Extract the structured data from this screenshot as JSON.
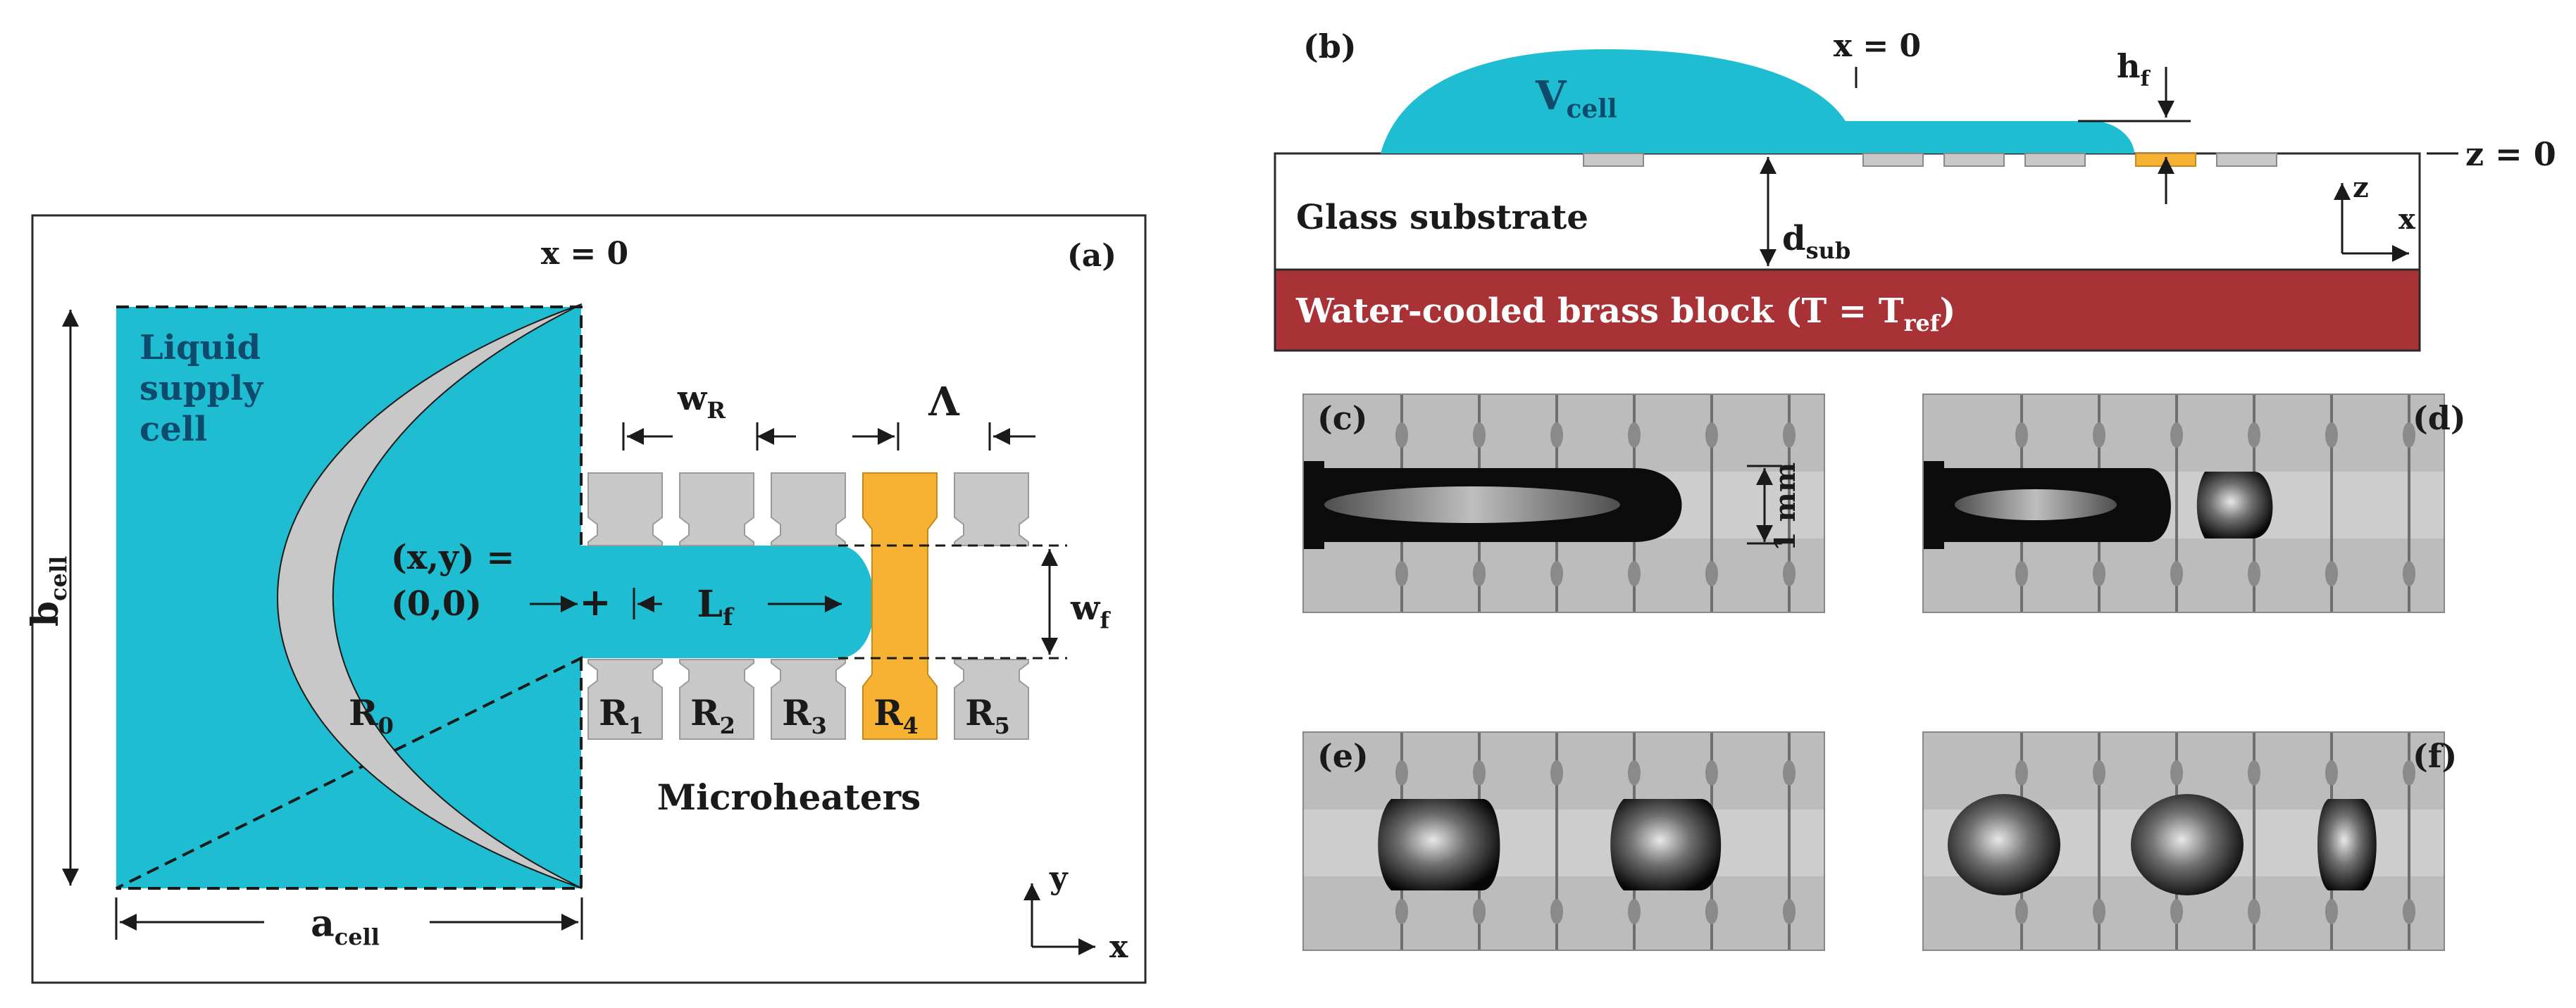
{
  "panel_a": {
    "tag": "(a)",
    "x0": "x = 0",
    "supply_line1": "Liquid",
    "supply_line2": "supply",
    "supply_line3": "cell",
    "wR_main": "w",
    "wR_sub": "R",
    "lambda": "Λ",
    "xy_line1": "(x,y) =",
    "xy_line2": "(0,0)",
    "plus": "+",
    "Lf_main": "L",
    "Lf_sub": "f",
    "wf_main": "w",
    "wf_sub": "f",
    "bcell_main": "b",
    "bcell_sub": "cell",
    "acell_main": "a",
    "acell_sub": "cell",
    "R0_main": "R",
    "R0_sub": "0",
    "heaters": [
      {
        "main": "R",
        "sub": "1"
      },
      {
        "main": "R",
        "sub": "2"
      },
      {
        "main": "R",
        "sub": "3"
      },
      {
        "main": "R",
        "sub": "4"
      },
      {
        "main": "R",
        "sub": "5"
      }
    ],
    "microheaters": "Microheaters",
    "axis_y": "y",
    "axis_x": "x"
  },
  "panel_b": {
    "tag": "(b)",
    "vcell_main": "V",
    "vcell_sub": "cell",
    "x0": "x = 0",
    "hf_main": "h",
    "hf_sub": "f",
    "z0": "z = 0",
    "glass": "Glass substrate",
    "dsub_main": "d",
    "dsub_sub": "sub",
    "brass_prefix": "Water-cooled brass block  (T = T",
    "brass_sub": "ref",
    "brass_suffix": ")",
    "axis_z": "z",
    "axis_x": "x"
  },
  "panel_c": {
    "tag": "(c)",
    "scale": "1 mm"
  },
  "panel_d": {
    "tag": "(d)"
  },
  "panel_e": {
    "tag": "(e)"
  },
  "panel_f": {
    "tag": "(f)"
  },
  "colors": {
    "liquid": "#1ebdd2",
    "heater_gray": "#c8c8c8",
    "heater_active": "#f7b233",
    "brass": "#a83236"
  }
}
